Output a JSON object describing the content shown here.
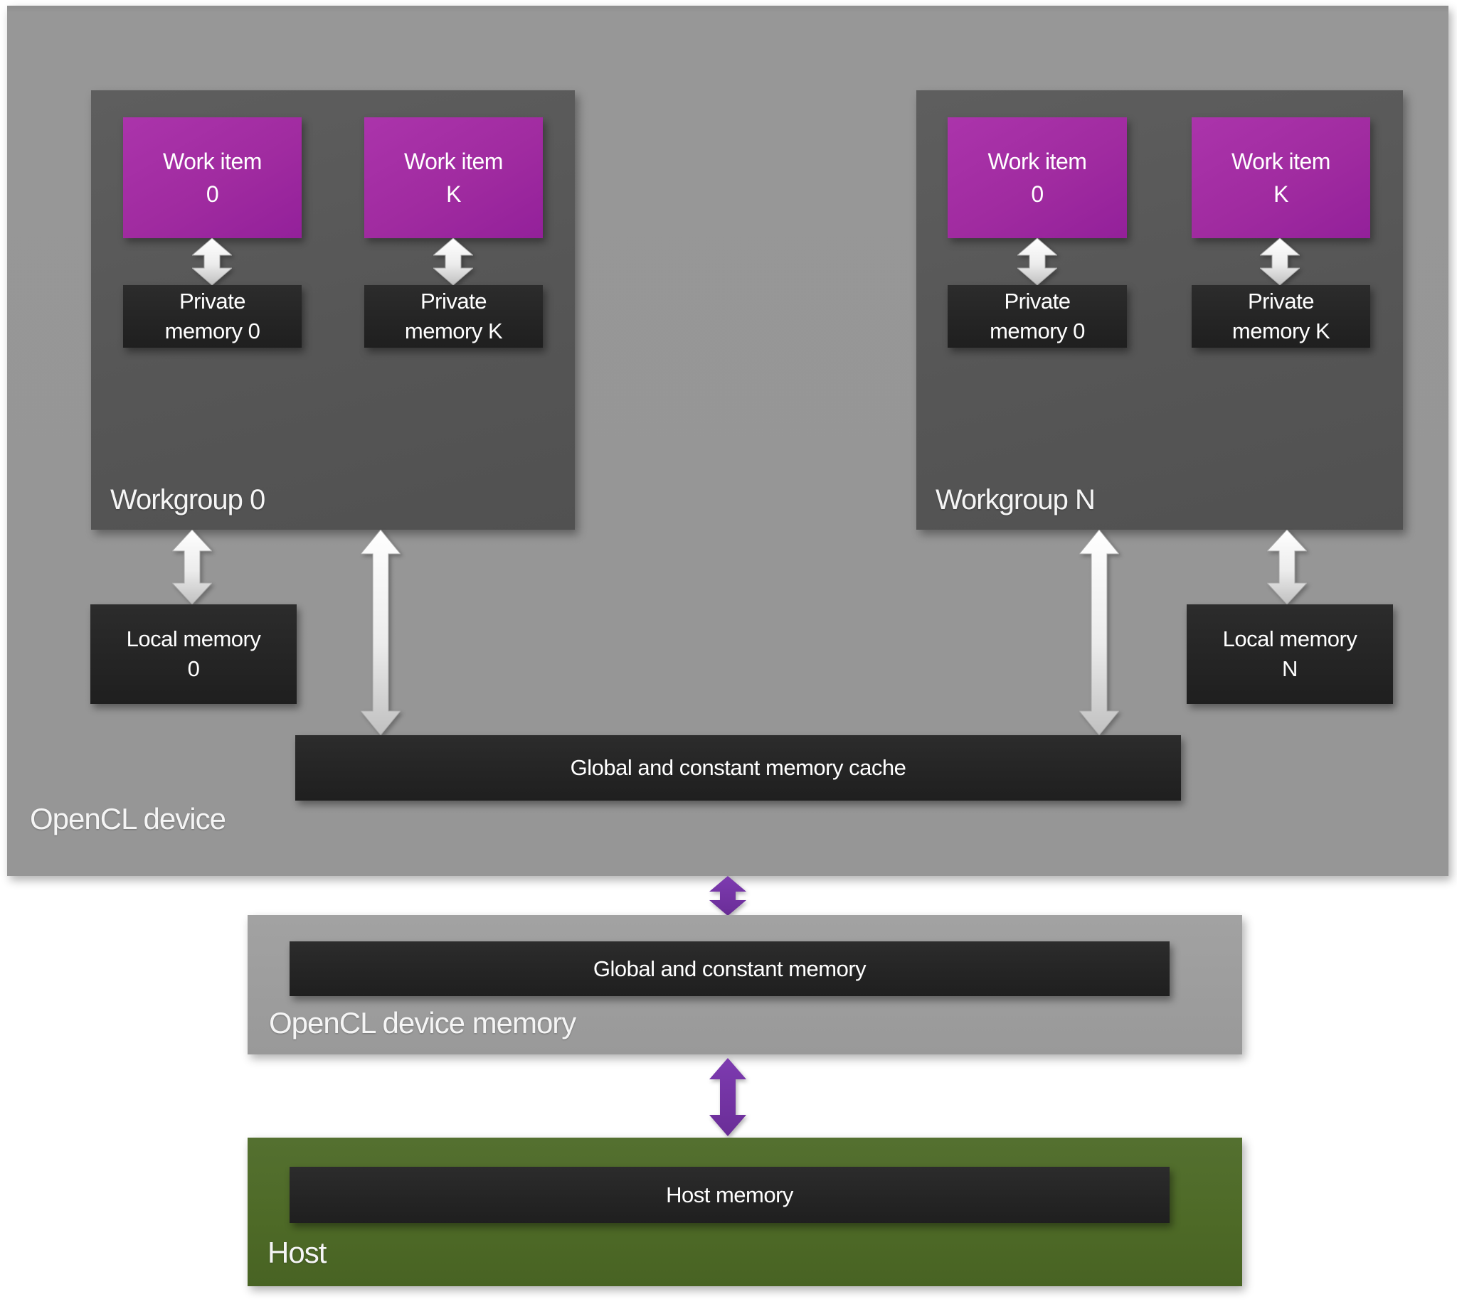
{
  "device": {
    "label": "OpenCL device",
    "cache_label": "Global and constant memory cache",
    "workgroups": [
      {
        "label": "Workgroup 0",
        "work_items": [
          {
            "line1": "Work item",
            "line2": "0"
          },
          {
            "line1": "Work item",
            "line2": "K"
          }
        ],
        "private_memories": [
          {
            "line1": "Private",
            "line2": "memory 0"
          },
          {
            "line1": "Private",
            "line2": "memory K"
          }
        ]
      },
      {
        "label": "Workgroup N",
        "work_items": [
          {
            "line1": "Work item",
            "line2": "0"
          },
          {
            "line1": "Work item",
            "line2": "K"
          }
        ],
        "private_memories": [
          {
            "line1": "Private",
            "line2": "memory 0"
          },
          {
            "line1": "Private",
            "line2": "memory K"
          }
        ]
      }
    ],
    "local_memories": [
      {
        "line1": "Local memory",
        "line2": "0"
      },
      {
        "line1": "Local memory",
        "line2": "N"
      }
    ]
  },
  "device_memory": {
    "label": "OpenCL device memory",
    "bar_label": "Global and constant memory"
  },
  "host": {
    "label": "Host",
    "bar_label": "Host memory"
  },
  "colors": {
    "device_fill": "#969696",
    "workgroup_fill": "#575757",
    "work_item_fill": "#a02ba0",
    "memory_fill": "#262626",
    "host_fill": "#4e6a27",
    "connector_white": "#f5f5f5",
    "connector_purple": "#7030a0"
  }
}
